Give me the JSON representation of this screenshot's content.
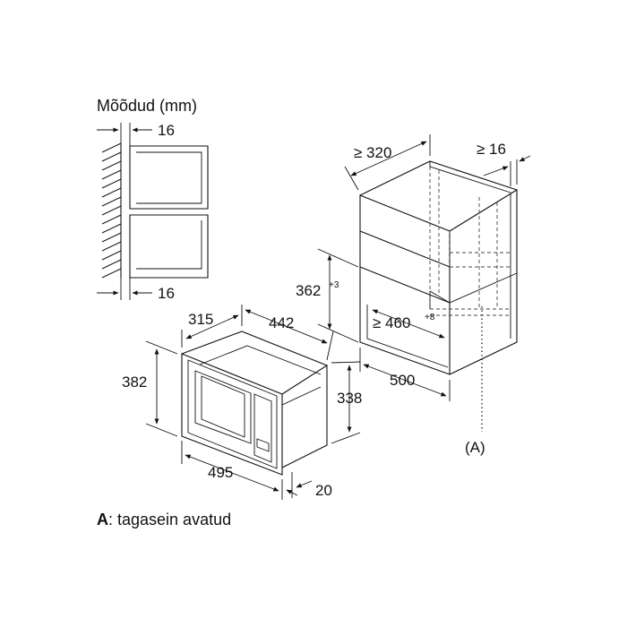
{
  "title": "Mõõdud (mm)",
  "side_view": {
    "top_gap": "16",
    "bottom_gap": "16"
  },
  "appliance": {
    "depth": "315",
    "width": "442",
    "height_front": "382",
    "height_body": "338",
    "front_width": "495",
    "front_thickness": "20"
  },
  "niche": {
    "depth_min": "≥ 320",
    "side_min": "≥ 16",
    "height": "362",
    "height_tol": "+3",
    "width_min": "≥ 460",
    "width_tol": "+8",
    "depth_cabinet": "500",
    "marker": "(A)"
  },
  "footnote": {
    "key": "A",
    "text": ": tagasein avatud"
  },
  "colors": {
    "line": "#111111",
    "background": "#ffffff"
  }
}
